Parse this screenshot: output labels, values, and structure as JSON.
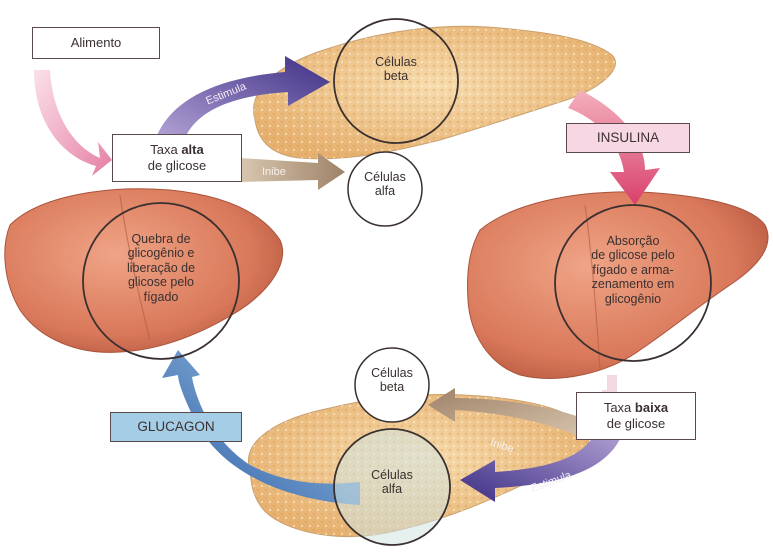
{
  "labels": {
    "alimento": "Alimento",
    "taxa_alta_pre": "Taxa ",
    "taxa_alta_bold": "alta",
    "taxa_alta_post": "de glicose",
    "taxa_baixa_pre": "Taxa ",
    "taxa_baixa_bold": "baixa",
    "taxa_baixa_post": "de glicose",
    "insulina": "INSULINA",
    "glucagon": "GLUCAGON",
    "estimula_top": "Estimula",
    "inibe_top": "Inibe",
    "estimula_bottom": "Estimula",
    "inibe_bottom": "Inibe",
    "celulas_beta_top": [
      "Células",
      "beta"
    ],
    "celulas_alfa_top": [
      "Células",
      "alfa"
    ],
    "celulas_beta_bottom": [
      "Células",
      "beta"
    ],
    "celulas_alfa_bottom": [
      "Células",
      "alfa"
    ],
    "liver_left": [
      "Quebra de",
      "glicogênio e",
      "liberação de",
      "glicose pelo",
      "fígado"
    ],
    "liver_right": [
      "Absorção",
      "de glicose pelo",
      "fígado e arma-",
      "zenamento em",
      "glicogênio"
    ]
  },
  "colors": {
    "pancreas": "#f0c98e",
    "liver": "#d97a5c",
    "insulina_box": "#f7d7e3",
    "glucagon_box": "#a6cde6",
    "estimula_arrow": "#4c3d8f",
    "inibe_arrow": "#a48e76",
    "insulina_arrow": "#e0507a",
    "glucagon_arrow": "#3f6fb8",
    "alimento_arrow": "#ee9cb8"
  }
}
